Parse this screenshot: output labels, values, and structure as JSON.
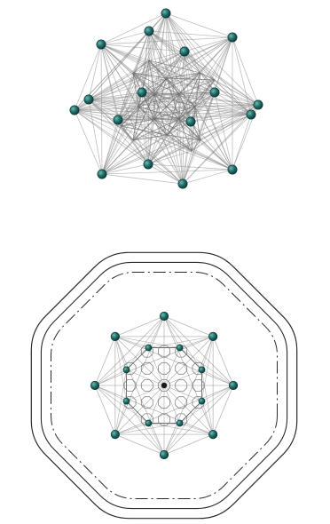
{
  "figures": [
    {
      "name": "top-polytope-projection",
      "style": "perspective"
    },
    {
      "name": "bottom-polytope-projection",
      "style": "orthographic",
      "outer_outlines": [
        "solid",
        "solid",
        "dash-dot"
      ]
    }
  ],
  "colors": {
    "edge": "#8a8a8a",
    "vertex": "#1f6e6a",
    "vertex_highlight": "#4fa39c",
    "outline": "#2a2a2a",
    "background": "#ffffff"
  }
}
